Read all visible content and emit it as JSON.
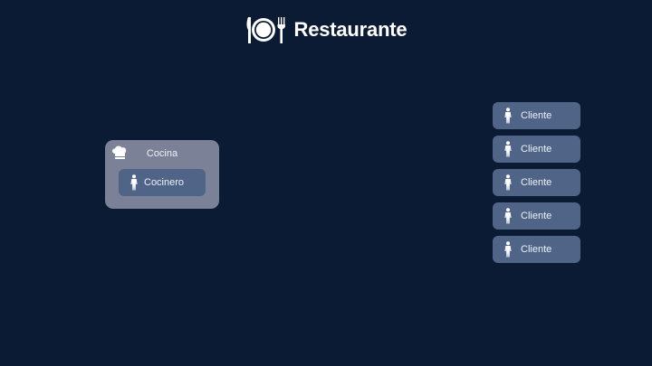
{
  "header": {
    "title": "Restaurante",
    "logo_icon": "plate-fork-knife-icon"
  },
  "kitchen": {
    "label": "Cocina",
    "icon": "chef-hat-icon",
    "cook": {
      "label": "Cocinero",
      "icon": "person-icon"
    }
  },
  "clients": [
    {
      "label": "Cliente",
      "icon": "person-icon"
    },
    {
      "label": "Cliente",
      "icon": "person-icon"
    },
    {
      "label": "Cliente",
      "icon": "person-icon"
    },
    {
      "label": "Cliente",
      "icon": "person-icon"
    },
    {
      "label": "Cliente",
      "icon": "person-icon"
    }
  ],
  "colors": {
    "background": "#0b1b33",
    "kitchen_panel": "#7b8197",
    "chip": "#4f6486",
    "text": "#ffffff"
  }
}
